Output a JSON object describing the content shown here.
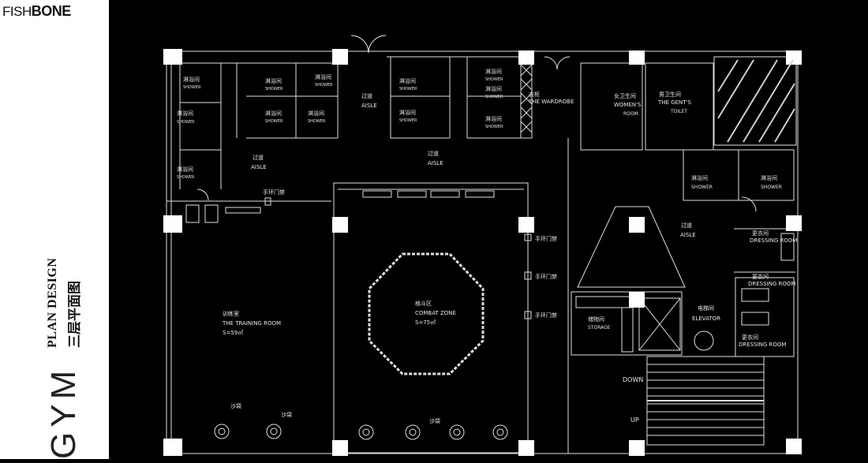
{
  "brand": {
    "logo_part1": "FISH",
    "logo_part2": "BONE"
  },
  "sidebar": {
    "title_en": "PLAN DESIGN",
    "title_cn": "三层平面图",
    "project": "GYM"
  },
  "rooms": {
    "shower_cn": "淋浴间",
    "shower_en": "SHOWER",
    "aisle_cn": "过道",
    "aisle_en": "AISLE",
    "wardrobe_cn": "衣柜",
    "wardrobe_en": "THE WARDROBE",
    "women_cn": "女卫生间",
    "women_en_1": "WOMEN'S",
    "women_en_2": "ROOM",
    "gents_cn": "男卫生间",
    "gents_en_1": "THE GENT'S",
    "gents_en_2": "TOILET",
    "wristband_gate": "手环门禁",
    "training_cn": "训练室",
    "training_en": "THE TRAINING ROOM",
    "training_area": "S=59㎡",
    "combat_cn": "格斗区",
    "combat_en": "COMBAT ZONE",
    "combat_area": "S=75㎡",
    "sandbag": "沙袋",
    "storage_cn": "储物间",
    "storage_en": "STORAGE",
    "elevator_cn": "电梯间",
    "elevator_en": "ELEVATOR",
    "dressing_cn": "更衣间",
    "dressing_en": "DRESSING ROOM",
    "down": "DOWN",
    "up": "UP"
  },
  "colors": {
    "background": "#000000",
    "line": "#e6e6e6",
    "sidebar": "#ffffff"
  }
}
